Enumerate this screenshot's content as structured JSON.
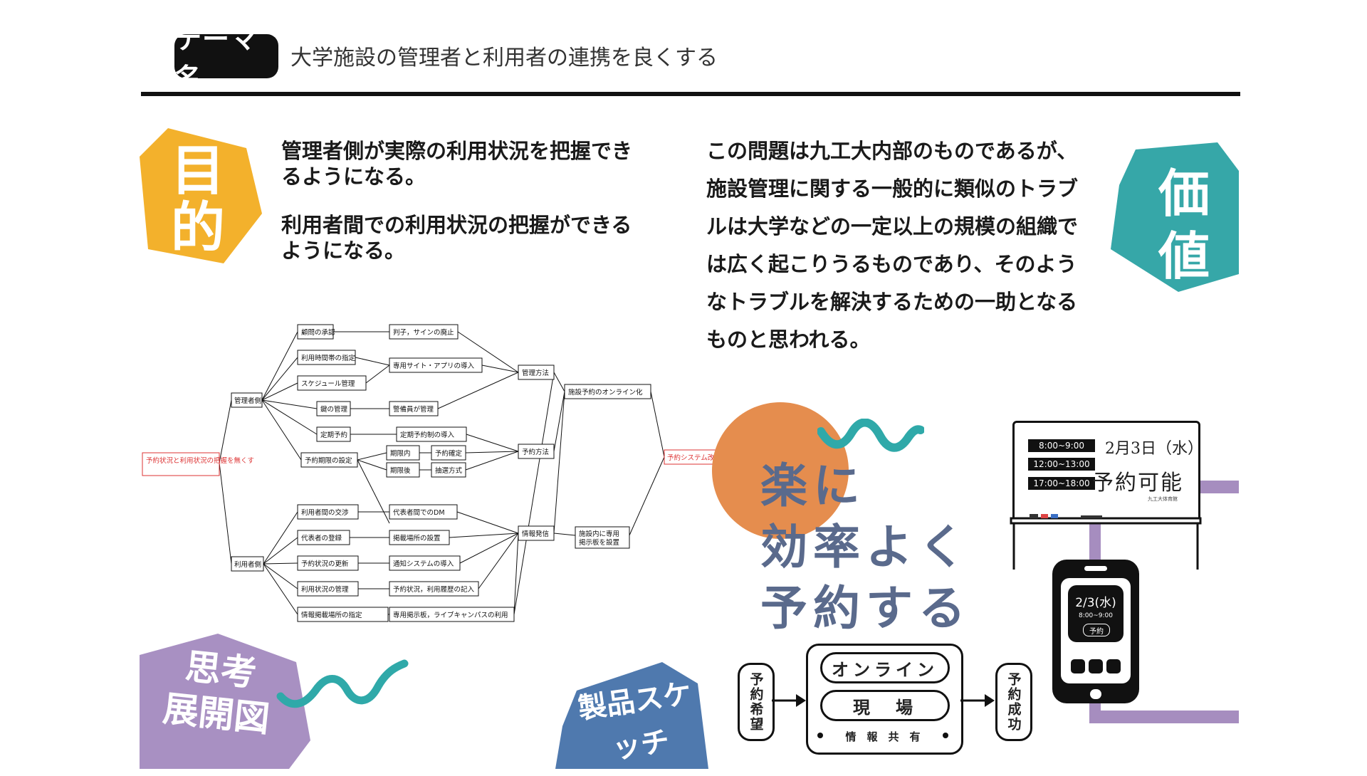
{
  "header": {
    "badge": "テーマ名",
    "title": "大学施設の管理者と利用者の連携を良くする"
  },
  "colors": {
    "purpose_hex": "#F3B12C",
    "value_hex": "#36A7A8",
    "thinking_hex": "#A890C2",
    "product_hex": "#4F79AE",
    "circle": "#E58D4E",
    "wave": "#2FA9A9",
    "catch_text": "#5A6A8C",
    "purple_line": "#A68DBF"
  },
  "purpose": {
    "label": "目的",
    "text1": "管理者側が実際の利用状況を把握できるようになる。",
    "text2": "利用者間での利用状況の把握ができるようになる。"
  },
  "value": {
    "label": "価値",
    "lines": [
      "この問題は九工大内部のものであるが、",
      "施設管理に関する一般的に類似のトラブ",
      "ルは大学などの一定以上の規模の組織で",
      "は広く起こりうるものであり、そのよう",
      "なトラブルを解決するための一助となる",
      "ものと思われる。"
    ]
  },
  "thinking_label": "思考展開図",
  "product_label": "製品スケッチ",
  "catch": {
    "lines": [
      "楽に",
      "効率よく",
      "予約する"
    ]
  },
  "mindmap": {
    "root": "予約状況と利用状況の把握を無くす",
    "admin": "管理者側",
    "user": "利用者側",
    "admin_items": [
      "顧問の承認",
      "利用時間帯の指定",
      "スケジュール管理",
      "鍵の管理",
      "定期予約",
      "予約期限の設定"
    ],
    "admin_solutions": [
      "判子，サインの廃止",
      "専用サイト・アプリの導入",
      "警備員が管理",
      "定期予約制の導入"
    ],
    "period_items": [
      "期限内",
      "期限後"
    ],
    "period_results": [
      "予約確定",
      "抽選方式"
    ],
    "user_items": [
      "利用者間の交渉",
      "代表者の登録",
      "予約状況の更新",
      "利用状況の管理",
      "情報掲載場所の指定"
    ],
    "user_solutions": [
      "代表者間でのDM",
      "掲載場所の設置",
      "通知システムの導入",
      "予約状況，利用履歴の記入",
      "専用掲示板，ライブキャンパスの利用"
    ],
    "mid": [
      "管理方法",
      "予約方法",
      "情報発信"
    ],
    "outcomes": [
      "施設予約のオンライン化",
      "施設内に専用掲示板を設置"
    ],
    "final": "予約システム改善"
  },
  "whiteboard": {
    "slots": [
      "8:00~9:00",
      "12:00~13:00",
      "17:00~18:00"
    ],
    "date": "2月3日（水）",
    "status": "予約可能",
    "footer": "九工大体育館"
  },
  "phone": {
    "date": "2/3(水)",
    "time": "8:00~9:00",
    "button": "予約"
  },
  "flow": {
    "start": "予約希望",
    "online": "オンライン",
    "onsite": "現　場",
    "share": "情　報　共　有",
    "end": "予約成功"
  }
}
